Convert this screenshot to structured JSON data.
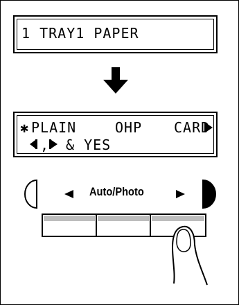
{
  "screen1": {
    "line1": "1 TRAY1 PAPER"
  },
  "screen2": {
    "line1_marker": "✱",
    "line1_options": [
      "PLAIN",
      "OHP",
      "CARD"
    ],
    "line2_suffix": "& YES"
  },
  "panel": {
    "label": "Auto/Photo"
  },
  "icons": {
    "down_arrow": "down-arrow-icon",
    "left_half_circle": "half-circle-outline-icon",
    "right_half_circle": "half-circle-filled-icon",
    "left_triangle": "left-triangle-icon",
    "right_triangle": "right-triangle-icon",
    "finger": "pointing-finger-icon"
  }
}
